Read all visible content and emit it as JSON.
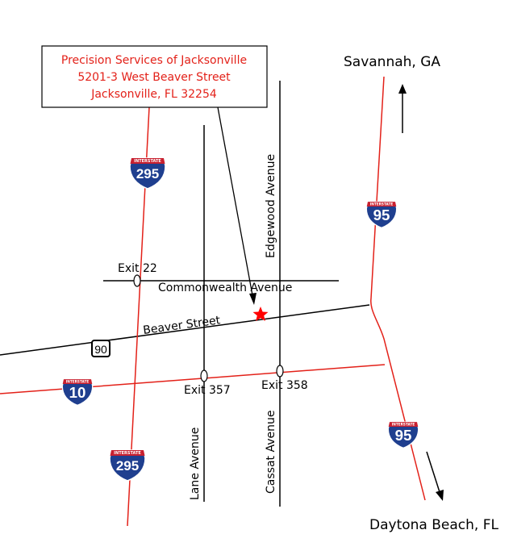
{
  "address_box": {
    "line1": "Precision Services of Jacksonville",
    "line2": "5201-3 West Beaver Street",
    "line3": "Jacksonville, FL 32254"
  },
  "destinations": {
    "north": "Savannah, GA",
    "south": "Daytona Beach, FL"
  },
  "streets": {
    "commonwealth": "Commonwealth  Avenue",
    "beaver": "Beaver Street",
    "edgewood": "Edgewood Avenue",
    "lane": "Lane Avenue",
    "cassat": "Cassat  Avenue"
  },
  "exits": {
    "e22": "Exit  22",
    "e357": "Exit  357",
    "e358": "Exit  358"
  },
  "shields": {
    "interstate_label": "INTERSTATE",
    "i295": "295",
    "i95": "95",
    "i10": "10",
    "us90": "90"
  },
  "colors": {
    "interstate": "#e32119",
    "road": "#000000",
    "shield_blue": "#1f3f8f",
    "shield_red": "#c8202f",
    "marker": "#ff0000"
  },
  "marker_icon": "star-icon"
}
